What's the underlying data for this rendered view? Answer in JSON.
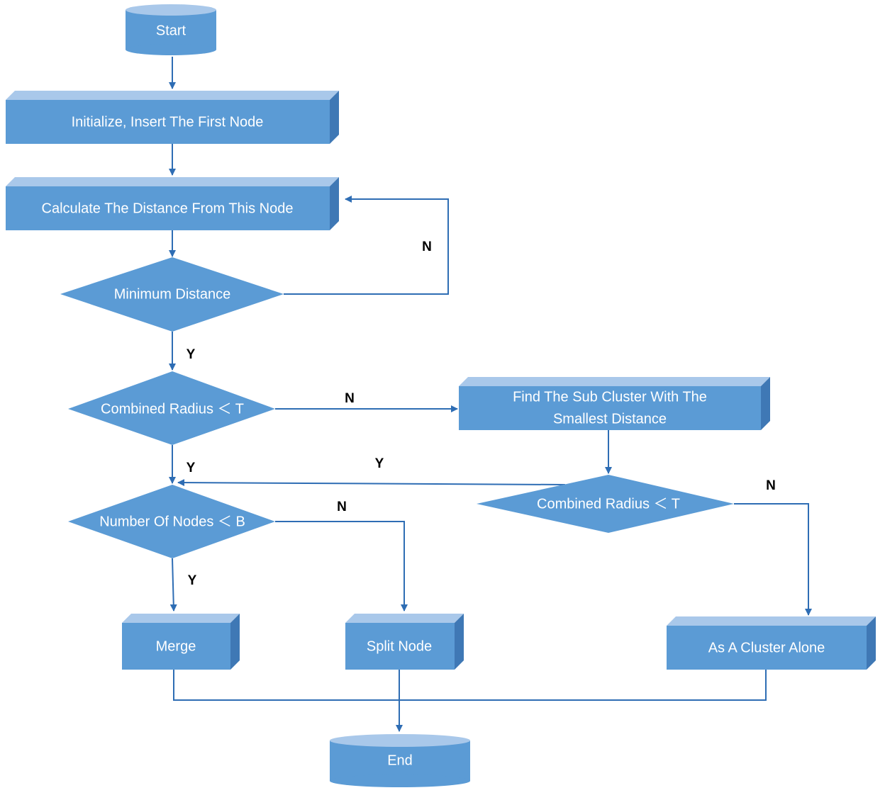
{
  "colors": {
    "node_fill": "#5b9bd5",
    "node_top": "#a9c8ea",
    "node_side": "#3f78b5",
    "node_text": "#ffffff",
    "arrow": "#2e6db4",
    "label": "#000000"
  },
  "nodes": {
    "start": "Start",
    "initialize": "Initialize, Insert The First Node",
    "calculate": "Calculate The Distance From This Node",
    "minimum_distance": "Minimum Distance",
    "combined_radius_1": "Combined Radius ＜ T",
    "find_sub_cluster_line1": "Find The Sub Cluster With The",
    "find_sub_cluster_line2": "Smallest Distance",
    "combined_radius_2": "Combined Radius ＜ T",
    "number_of_nodes": "Number Of Nodes ＜ B",
    "merge": "Merge",
    "split_node": "Split Node",
    "cluster_alone": "As A Cluster Alone",
    "end": "End"
  },
  "edge_labels": {
    "min_no": "N",
    "min_yes": "Y",
    "radius1_no": "N",
    "radius1_yes": "Y",
    "radius2_yes": "Y",
    "radius2_no": "N",
    "nodes_no": "N",
    "nodes_yes": "Y"
  }
}
